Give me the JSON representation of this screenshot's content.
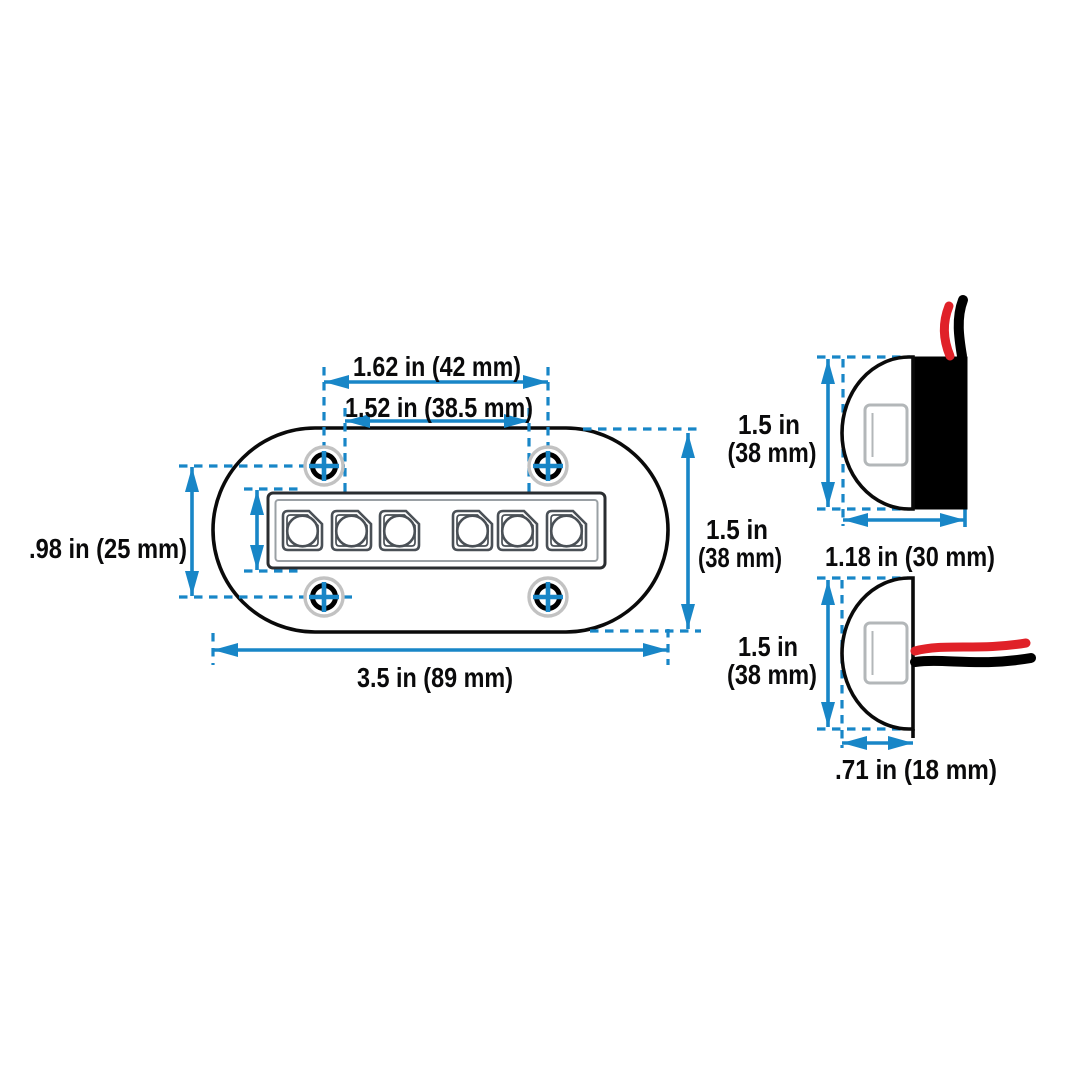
{
  "drawing": {
    "kind": "dimensional-drawing",
    "subject": "oval LED courtesy light, front view with two side profile views",
    "led_count": 6,
    "screw_count": 4
  },
  "colors": {
    "dimension_blue": "#1886c7",
    "line_black": "#0a0a0a",
    "detail_gray": "#4a5056",
    "bezel_gray": "#9aa0a4",
    "screw_gray": "#c2c2c2",
    "lens_gray": "#b3b7b9",
    "wire_red": "#e02128",
    "background": "#ffffff"
  },
  "front_view": {
    "labels": {
      "screw_pitch_width": "1.62 in (42 mm)",
      "window_width": "1.52 in (38.5 mm)",
      "screw_pitch_height": ".98 in (25 mm)",
      "body_height_line1": "1.5 in",
      "body_height_line2": "(38 mm)",
      "body_width": "3.5 in (89 mm)"
    }
  },
  "side_view_top": {
    "labels": {
      "height_line1": "1.5 in",
      "height_line2": "(38 mm)",
      "depth": "1.18 in (30 mm)"
    }
  },
  "side_view_bottom": {
    "labels": {
      "height_line1": "1.5 in",
      "height_line2": "(38 mm)",
      "depth": ".71 in (18 mm)"
    }
  }
}
